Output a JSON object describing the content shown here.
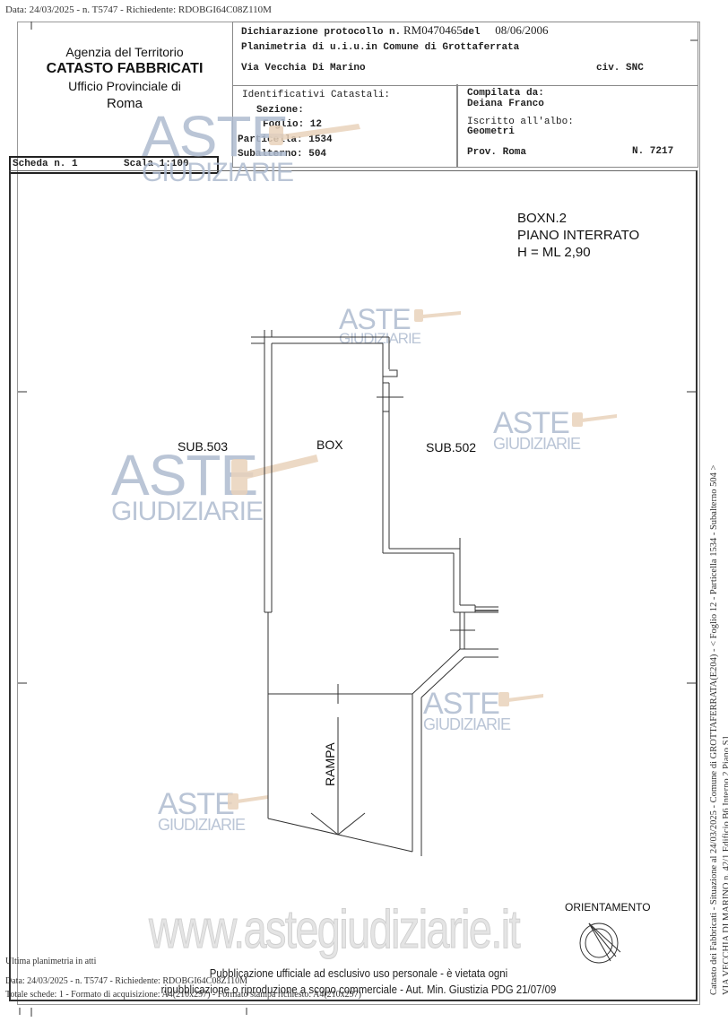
{
  "header_line": "Data: 24/03/2025 - n. T5747 - Richiedente: RDOBGI64C08Z110M",
  "agency": {
    "line1": "Agenzia del Territorio",
    "line2": "CATASTO FABBRICATI",
    "line3": "Ufficio Provinciale di",
    "line4": "Roma"
  },
  "declaration": {
    "label": "Dichiarazione protocollo n.",
    "protocol": "RM0470465",
    "del_label": "del",
    "date": "08/06/2006",
    "planimetria": "Planimetria di u.i.u.in Comune di Grottaferrata",
    "address": "Via Vecchia Di Marino",
    "civ": "civ. SNC"
  },
  "identifiers": {
    "title": "Identificativi Catastali:",
    "sezione": "Sezione:",
    "foglio": "Foglio: 12",
    "particella": "Particella: 1534",
    "subalterno": "Subalterno: 504"
  },
  "compiler": {
    "label": "Compilata da:",
    "name": "Deiana Franco",
    "albo_label": "Iscritto all'albo:",
    "albo": "Geometri",
    "prov": "Prov. Roma",
    "number": "N.  7217"
  },
  "scheda": {
    "label": "Scheda n. 1",
    "scale": "Scala 1:100"
  },
  "plan": {
    "title1": "BOXN.2",
    "title2": "PIANO INTERRATO",
    "title3": "H = ML 2,90",
    "labels": {
      "sub503": "SUB.503",
      "box": "BOX",
      "sub502": "SUB.502",
      "rampa": "RAMPA"
    },
    "orientation": "ORIENTAMENTO"
  },
  "watermark": {
    "aste": "ASTE",
    "giudiziarie": "GIUDIZIARIE",
    "url": "www.astegiudiziarie.it"
  },
  "footer": {
    "ultima": "Ultima planimetria in atti",
    "data": "Data: 24/03/2025 - n. T5747 - Richiedente: RDOBGI64C08Z110M",
    "totale": "Totale schede: 1 - Formato di acquisizione: A4(210x297) - Formato stampa richiesto: A4(210x297)",
    "pub1": "Pubblicazione ufficiale ad esclusivo uso personale - è vietata ogni",
    "pub2": "ripubblicazione o riproduzione a scopo commerciale - Aut. Min. Giustizia PDG 21/07/09"
  },
  "side": {
    "line1": "Catasto dei Fabbricati - Situazione al 24/03/2025 - Comune di GROTTAFERRATA(E204) - < Foglio 12 - Particella 1534 - Subalterno 504 >",
    "line2": "VIA VECCHIA DI MARINO n. 42/1 Edificio B6 Interno 2 Piano S1"
  }
}
